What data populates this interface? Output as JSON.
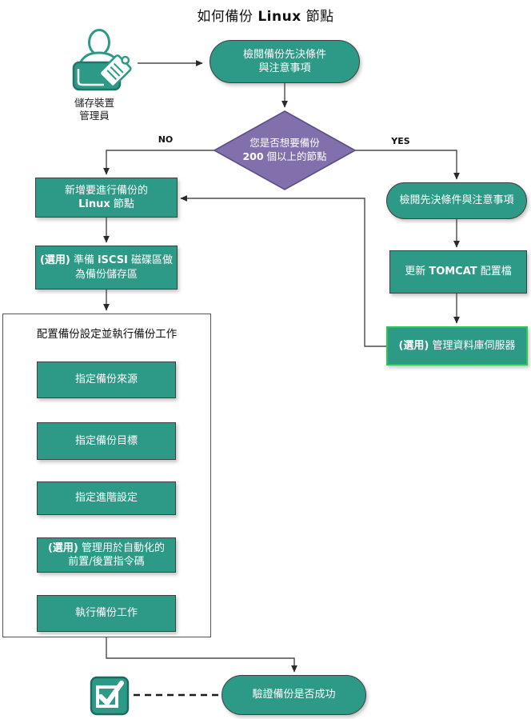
{
  "title": {
    "pre": "如何備份 ",
    "bold": "Linux",
    "post": " 節點"
  },
  "actor": {
    "line1": "儲存裝置",
    "line2": "管理員"
  },
  "icons": {
    "actor": "storage-admin-icon",
    "verify": "checkbox-checked-icon"
  },
  "colors": {
    "node_teal": "#2d9a88",
    "decision_purple": "#8170ac",
    "optional_green_border": "#2dc84d"
  },
  "start_node": {
    "line1": "檢閱備份先決條件",
    "line2": "與注意事項"
  },
  "decision": {
    "line1": "您是否想要備份",
    "line2_bold": "200",
    "line2_rest": " 個以上的節點",
    "no_label": "NO",
    "yes_label": "YES"
  },
  "no_branch": {
    "add_node": {
      "line1": "新增要進行備份的",
      "line2_bold": "Linux",
      "line2_rest": " 節點"
    },
    "iscsi": {
      "l1_bold1": "(選用)",
      "l1_t1": " 準備 ",
      "l1_bold2": "iSCSI",
      "l1_t2": " 磁碟區做",
      "line2": "為備份儲存區"
    }
  },
  "group": {
    "title": "配置備份設定並執行備份工作",
    "step1": "指定備份來源",
    "step2": "指定備份目標",
    "step3": "指定進階設定",
    "step4": {
      "bold": "(選用)",
      "rest": " 管理用於自動化的",
      "line2": "前置/後置指令碼"
    },
    "step5": "執行備份工作"
  },
  "yes_branch": {
    "review": "檢閱先決條件與注意事項",
    "tomcat": {
      "pre": "更新 ",
      "bold": "TOMCAT",
      "post": " 配置檔"
    },
    "db": {
      "bold": "(選用)",
      "rest": " 管理資料庫伺服器"
    }
  },
  "verify_node": {
    "label": "驗證備份是否成功"
  }
}
